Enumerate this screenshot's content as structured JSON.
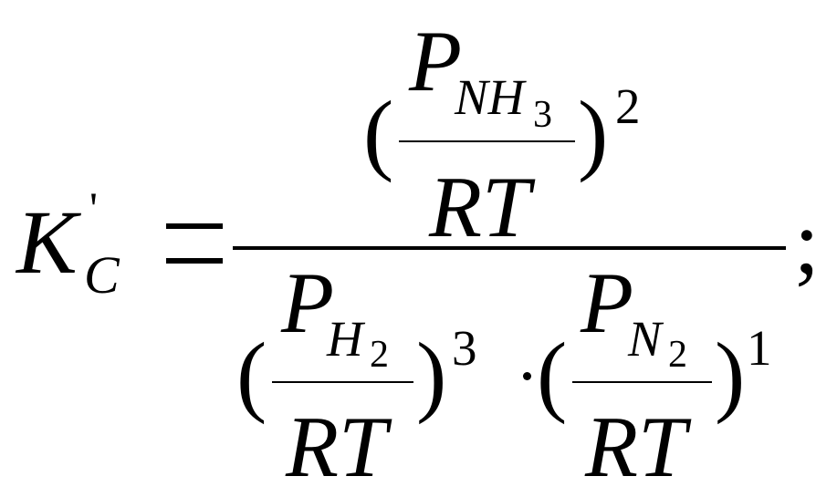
{
  "lhs": {
    "symbol": "K",
    "prime": "'",
    "subscript": "C"
  },
  "equals": "=",
  "numerator": {
    "open_paren": "(",
    "close_paren": ")",
    "pressure": "P",
    "species": "NH",
    "species_subscript": "3",
    "denominator": "RT",
    "exponent": "2"
  },
  "denominator_terms": [
    {
      "open_paren": "(",
      "close_paren": ")",
      "pressure": "P",
      "species": "H",
      "species_subscript": "2",
      "denominator": "RT",
      "exponent": "3"
    },
    {
      "open_paren": "(",
      "close_paren": ")",
      "pressure": "P",
      "species": "N",
      "species_subscript": "2",
      "denominator": "RT",
      "exponent": "1"
    }
  ],
  "terminator": ";"
}
